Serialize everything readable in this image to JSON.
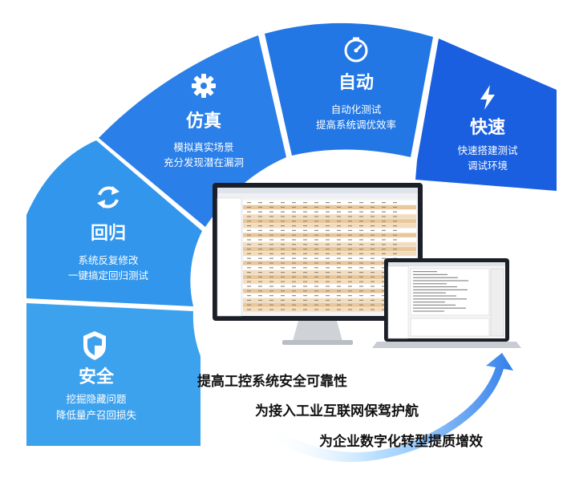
{
  "segments": [
    {
      "key": "safety",
      "title": "安全",
      "lines": [
        "挖掘隐藏问题",
        "降低量产召回损失"
      ],
      "icon": "shield-icon"
    },
    {
      "key": "regression",
      "title": "回归",
      "lines": [
        "系统反复修改",
        "一键搞定回归测试"
      ],
      "icon": "refresh-icon"
    },
    {
      "key": "simulation",
      "title": "仿真",
      "lines": [
        "模拟真实场景",
        "充分发现潜在漏洞"
      ],
      "icon": "gear-icon"
    },
    {
      "key": "automation",
      "title": "自动",
      "lines": [
        "自动化测试",
        "提高系统调优效率"
      ],
      "icon": "gauge-icon"
    },
    {
      "key": "fast",
      "title": "快速",
      "lines": [
        "快速搭建测试",
        "调试环境"
      ],
      "icon": "lightning-icon"
    }
  ],
  "taglines": [
    "提高工控系统安全可靠性",
    "为接入工业互联网保驾护航",
    "为企业数字化转型提质增效"
  ],
  "colors": {
    "light_blue": "#3da2ee",
    "mid_blue": "#2a7fe8",
    "dark_blue": "#1a5fe0"
  }
}
